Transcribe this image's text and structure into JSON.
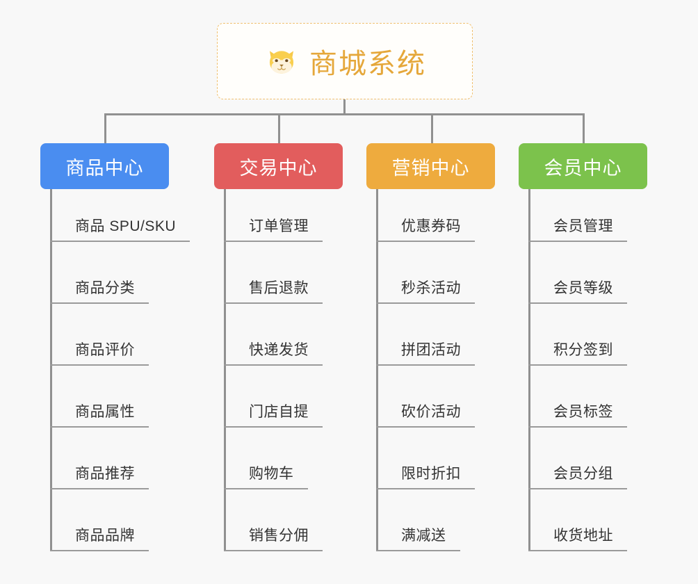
{
  "background_color": "#f8f8f8",
  "root": {
    "title": "商城系统",
    "icon": "shiba-dog-face-icon",
    "icon_glyph": "🐶",
    "text_color": "#e5a73a",
    "border_color": "#f0c070",
    "background_color": "#fffefb"
  },
  "connector_color": "#909090",
  "branches": [
    {
      "label": "商品中心",
      "color": "#4a8df0",
      "items": [
        "商品 SPU/SKU",
        "商品分类",
        "商品评价",
        "商品属性",
        "商品推荐",
        "商品品牌"
      ]
    },
    {
      "label": "交易中心",
      "color": "#e25d5d",
      "items": [
        "订单管理",
        "售后退款",
        "快递发货",
        "门店自提",
        "购物车",
        "销售分佣"
      ]
    },
    {
      "label": "营销中心",
      "color": "#eeab3e",
      "items": [
        "优惠券码",
        "秒杀活动",
        "拼团活动",
        "砍价活动",
        "限时折扣",
        "满减送"
      ]
    },
    {
      "label": "会员中心",
      "color": "#7cc24c",
      "items": [
        "会员管理",
        "会员等级",
        "积分签到",
        "会员标签",
        "会员分组",
        "收货地址"
      ]
    }
  ]
}
